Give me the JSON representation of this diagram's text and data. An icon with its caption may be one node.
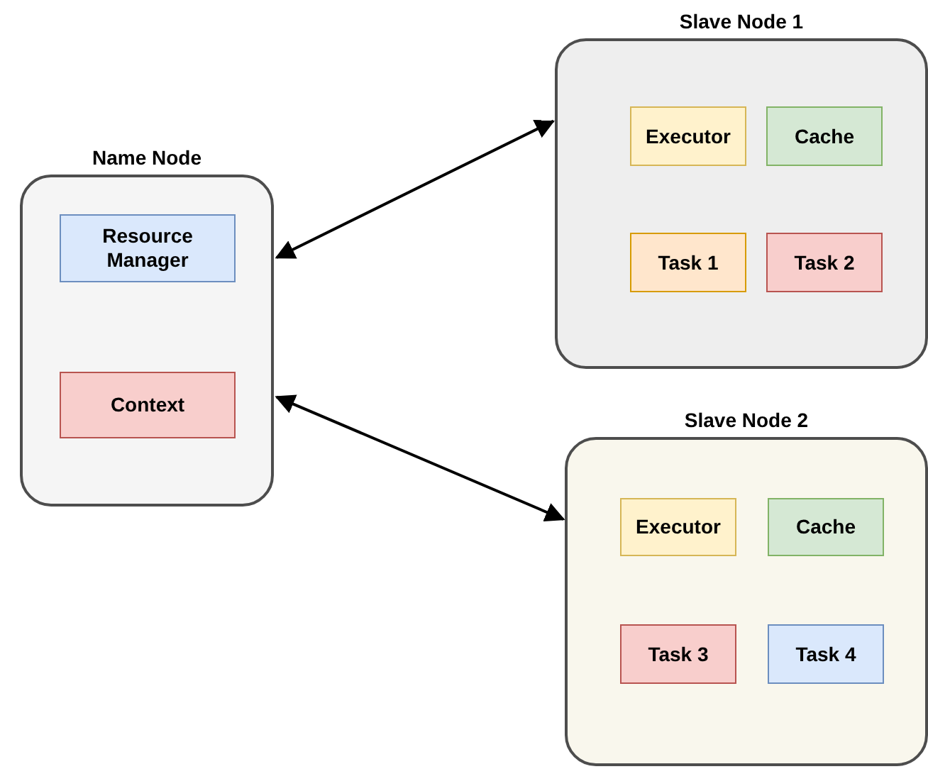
{
  "diagram": {
    "nodes": [
      {
        "text": [
          "Name Node"
        ]
      },
      {
        "text": [
          "Resource Manager"
        ],
        "in": 0
      },
      {
        "text": [
          "Context"
        ],
        "in": 0
      },
      {
        "text": [
          "Slave Node 1"
        ]
      },
      {
        "text": [
          "Executor"
        ],
        "in": 3
      },
      {
        "text": [
          "Cache"
        ],
        "in": 3
      },
      {
        "text": [
          "Task 1"
        ],
        "in": 3
      },
      {
        "text": [
          "Task 2"
        ],
        "in": 3
      },
      {
        "text": [
          "Slave Node 2"
        ]
      },
      {
        "text": [
          "Executor"
        ],
        "in": 8
      },
      {
        "text": [
          "Cache"
        ],
        "in": 8
      },
      {
        "text": [
          "Task 3"
        ],
        "in": 8
      },
      {
        "text": [
          "Task 4"
        ],
        "in": 8
      }
    ],
    "edges": [
      {
        "from": 0,
        "to": 3,
        "arrow": "both"
      },
      {
        "from": 0,
        "to": 8,
        "arrow": "both"
      }
    ]
  }
}
